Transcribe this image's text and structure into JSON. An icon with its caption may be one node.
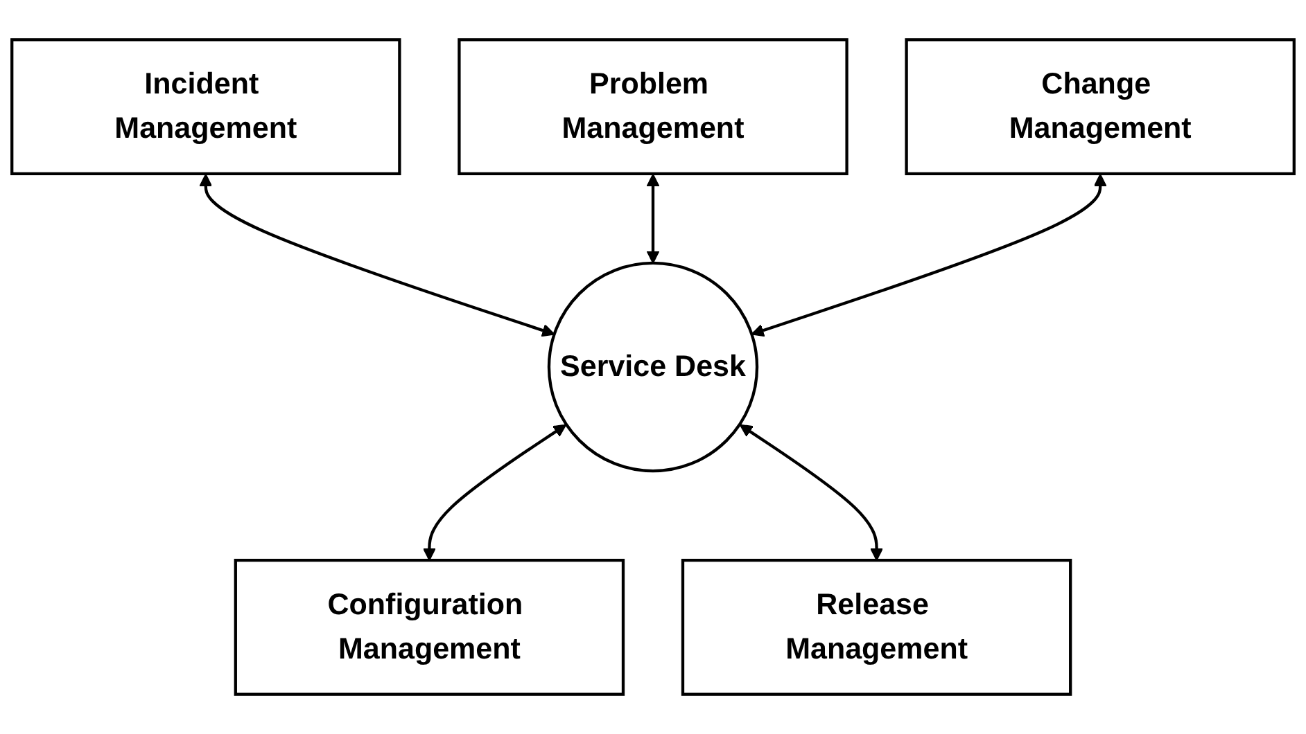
{
  "diagram": {
    "nodes": [
      {
        "text": [
          "Incident Management"
        ]
      },
      {
        "text": [
          "Problem Management"
        ]
      },
      {
        "text": [
          "Change Management"
        ]
      },
      {
        "text": [
          "Service Desk"
        ]
      },
      {
        "text": [
          "Configuration Management"
        ]
      },
      {
        "text": [
          "Release Management"
        ]
      }
    ],
    "edges": [
      {
        "from": 0,
        "to": 3,
        "arrow": "both"
      },
      {
        "from": 1,
        "to": 3,
        "arrow": "both"
      },
      {
        "from": 2,
        "to": 3,
        "arrow": "both"
      },
      {
        "from": 3,
        "to": 4,
        "arrow": "both"
      },
      {
        "from": 3,
        "to": 5,
        "arrow": "both"
      }
    ]
  }
}
